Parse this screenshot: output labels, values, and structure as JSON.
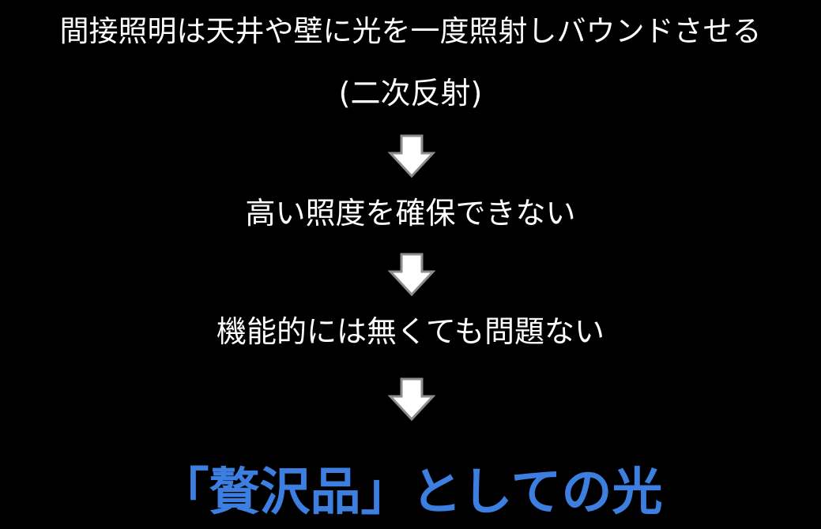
{
  "slide": {
    "line1": "間接照明は天井や壁に光を一度照射しバウンドさせる",
    "line2": "(二次反射)",
    "line3": "高い照度を確保できない",
    "line4": "機能的には無くても問題ない",
    "conclusion": "「贅沢品」としての光"
  },
  "icons": {
    "flow_arrow": "down-arrow-icon"
  },
  "colors": {
    "background": "#000000",
    "text": "#ffffff",
    "accent": "#3d7fe0",
    "arrow_fill": "#ffffff",
    "arrow_stroke": "#8c8c8c"
  }
}
